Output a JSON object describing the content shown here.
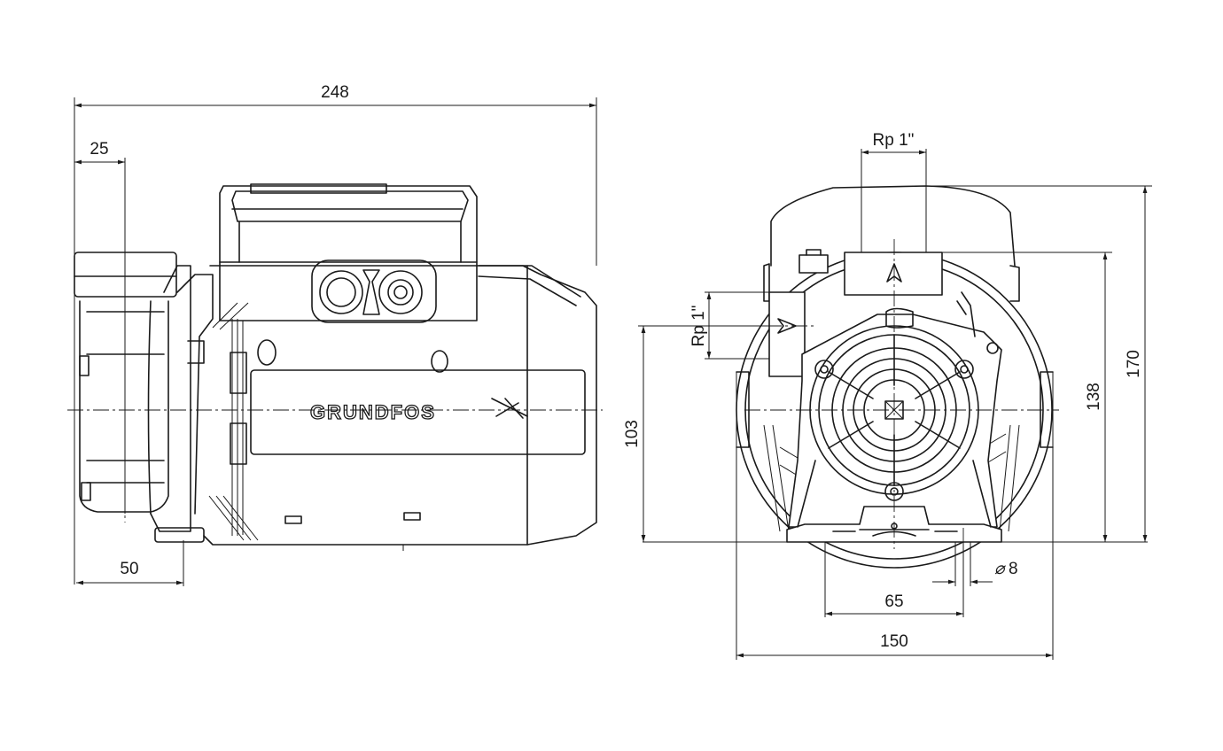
{
  "side_view": {
    "brand_text": "GRUNDFOS",
    "dim_overall_length": "248",
    "dim_inlet_offset": "25",
    "dim_foot_offset": "50"
  },
  "front_view": {
    "dim_outlet_thread": "Rp 1\"",
    "dim_inlet_thread": "Rp 1\"",
    "dim_shaft_height": "103",
    "dim_outlet_height": "138",
    "dim_total_height": "170",
    "dim_hole_diameter": "8",
    "dim_foot_hole_spacing": "65",
    "dim_overall_width": "150"
  }
}
